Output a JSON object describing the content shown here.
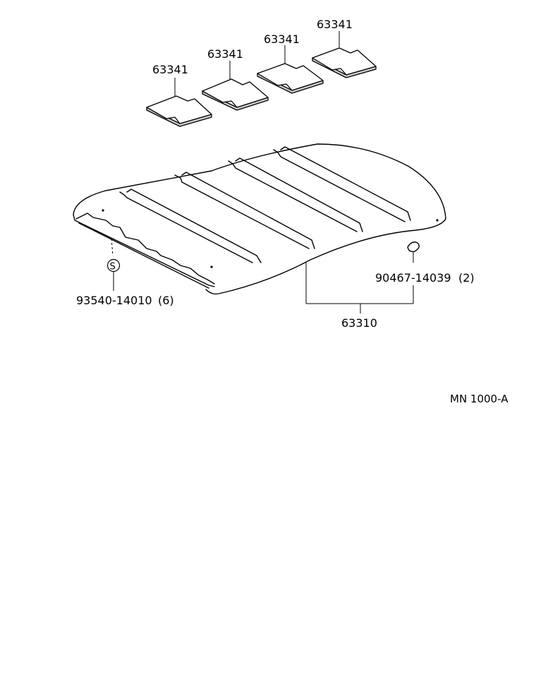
{
  "diagram": {
    "pad_labels": [
      "63341",
      "63341",
      "63341",
      "63341"
    ],
    "part_headlining": "63310",
    "part_clip": "90467-14039",
    "part_clip_qty": "(2)",
    "part_screw": "93540-14010",
    "part_screw_qty": "(6)",
    "screw_symbol": "S",
    "diagram_code": "MN 1000-A",
    "line_color": "#000000"
  }
}
